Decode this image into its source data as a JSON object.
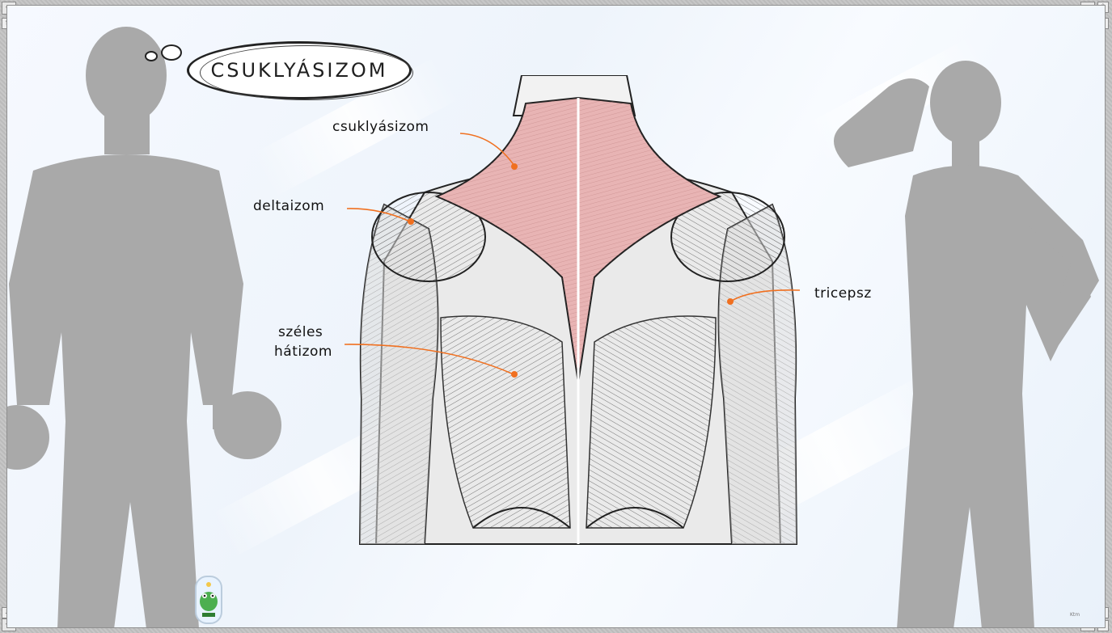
{
  "slide": {
    "title": "CSUKLYÁSIZOM",
    "labels": {
      "csuklyasizom": "csuklyásizom",
      "deltaizom": "deltaizom",
      "tricepsz": "tricepsz",
      "szeles_line1": "széles",
      "szeles_line2": "hátizom"
    },
    "signature": "Ktm"
  },
  "colors": {
    "accent_pin": "#f07020",
    "trapezius_fill": "#e8b4b4",
    "silhouette": "#a9a9a9",
    "background": "#f3f7fc"
  },
  "icons": {
    "left_figure": "man-with-dumbbell-silhouette",
    "right_figure": "woman-thinking-silhouette",
    "bottom_left": "frog-mascot-logo",
    "frame_corners": "window-frame-corner-icons"
  }
}
